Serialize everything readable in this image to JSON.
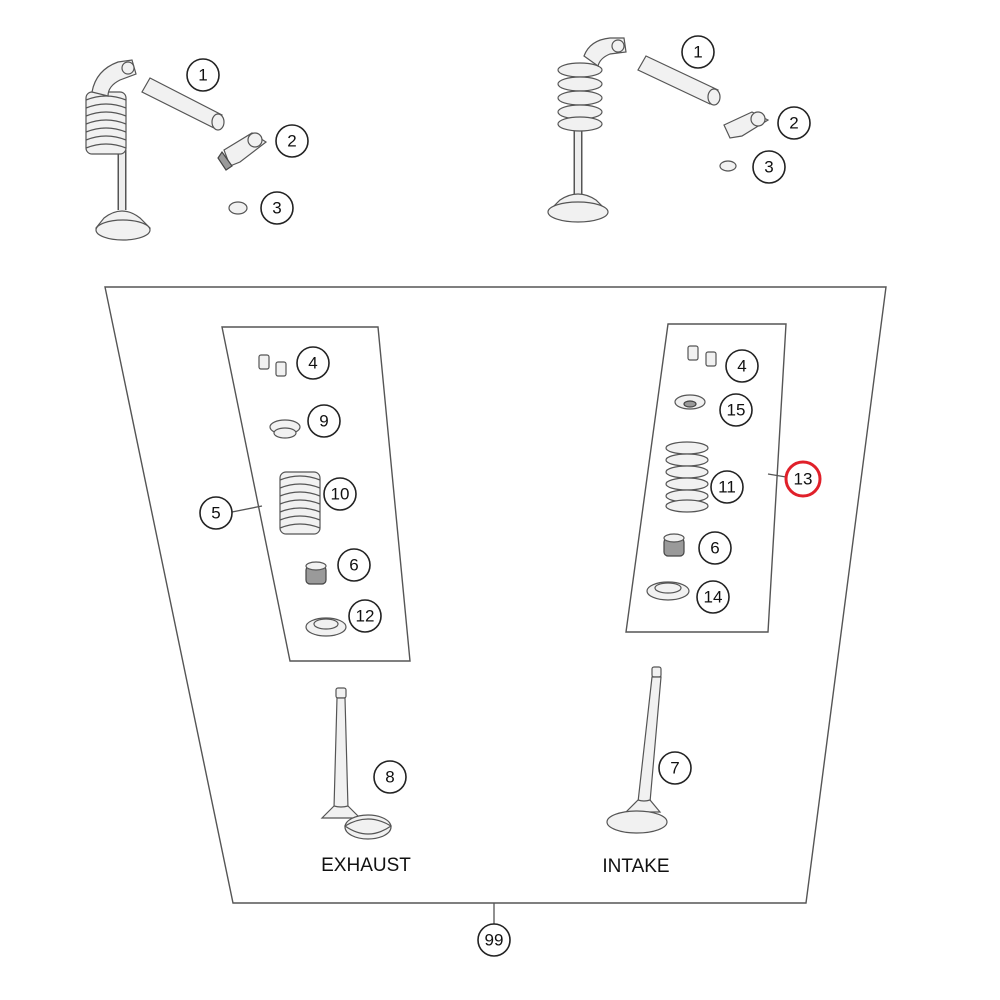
{
  "labels": {
    "exhaust": "EXHAUST",
    "intake": "INTAKE"
  },
  "callouts": {
    "tl_1": "1",
    "tl_2": "2",
    "tl_3": "3",
    "tr_1": "1",
    "tr_2": "2",
    "tr_3": "3",
    "ex_4": "4",
    "ex_9": "9",
    "ex_10": "10",
    "ex_5": "5",
    "ex_6": "6",
    "ex_12": "12",
    "in_4": "4",
    "in_15": "15",
    "in_11": "11",
    "in_13": "13",
    "in_6": "6",
    "in_14": "14",
    "v_8": "8",
    "v_7": "7",
    "set_99": "99"
  },
  "highlight": {
    "callout": "13",
    "color": "#e0202a"
  }
}
